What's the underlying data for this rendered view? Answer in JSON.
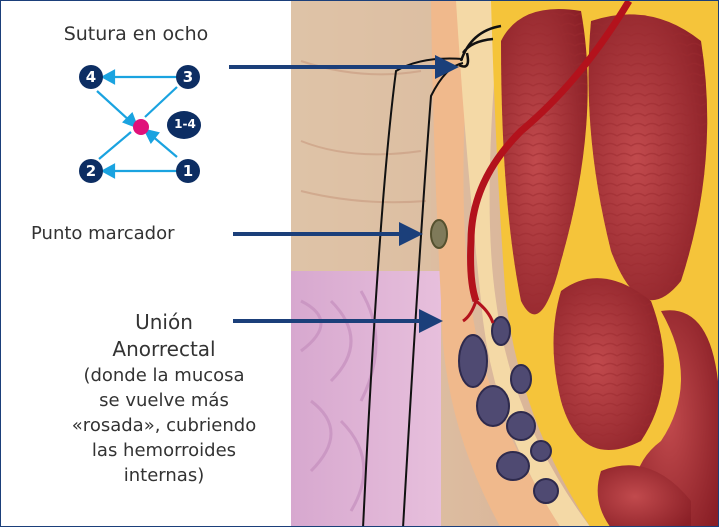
{
  "suture": {
    "title": "Sutura en ocho",
    "nodes": [
      "4",
      "3",
      "2",
      "1"
    ],
    "badge": "1-4"
  },
  "labels": {
    "marker": "Punto marcador",
    "junction_main": "Unión\nAnorrectal",
    "junction_desc": "(donde la mucosa\nse vuelve más\n«rosada», cubriendo\nlas hemorroides\ninternas)"
  },
  "colors": {
    "node": "#0d2e63",
    "arrow": "#1aa3e0",
    "center_dot": "#e0117a",
    "pointer": "#1b3f7a",
    "frame": "#1b3f7a"
  }
}
